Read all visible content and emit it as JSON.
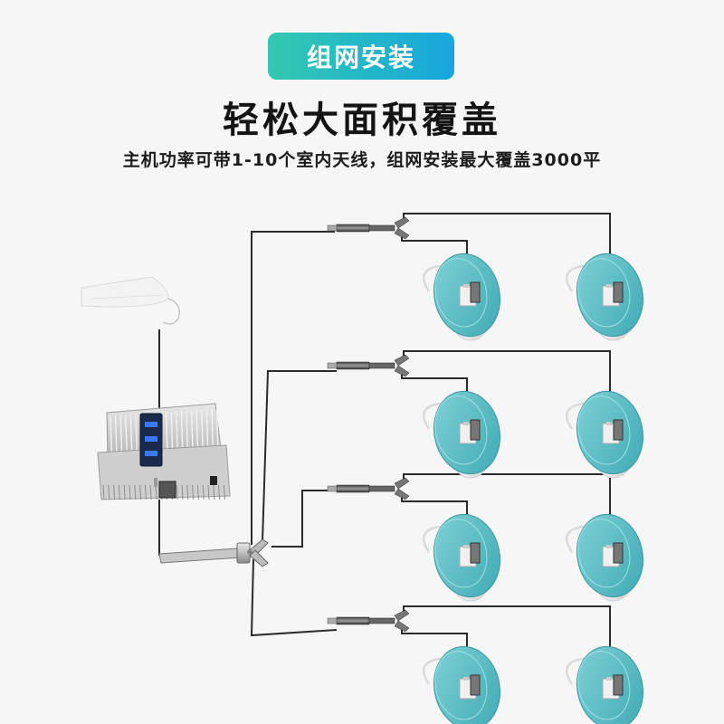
{
  "header": {
    "badge_label": "组网安装",
    "title": "轻松大面积覆盖",
    "subtitle": "主机功率可带1-10个室内天线，组网安装最大覆盖3000平"
  },
  "colors": {
    "badge_start": "#32c9b0",
    "badge_end": "#17a6dc",
    "cable": "#2b2b2b",
    "ceiling_antenna": "#55bcc4"
  },
  "diagram": {
    "components": [
      {
        "id": "outdoor-antenna",
        "icon": "log-periodic-antenna-icon"
      },
      {
        "id": "repeater",
        "icon": "signal-repeater-icon"
      },
      {
        "id": "main-splitter",
        "icon": "power-splitter-icon"
      }
    ],
    "branches": [
      {
        "splitter_icon": "two-way-splitter-icon",
        "ceiling_antennas": 2
      },
      {
        "splitter_icon": "two-way-splitter-icon",
        "ceiling_antennas": 2
      },
      {
        "splitter_icon": "two-way-splitter-icon",
        "ceiling_antennas": 2
      },
      {
        "splitter_icon": "two-way-splitter-icon",
        "ceiling_antennas": 2
      }
    ]
  }
}
